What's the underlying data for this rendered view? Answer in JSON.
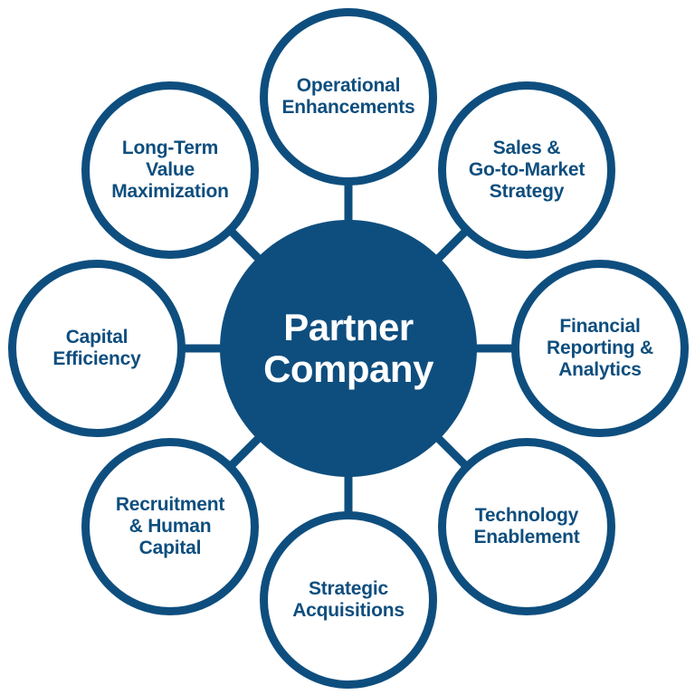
{
  "diagram": {
    "center": {
      "label": "Partner\nCompany"
    },
    "nodes": [
      {
        "id": "operational-enhancements",
        "position": "top",
        "label": "Operational\nEnhancements"
      },
      {
        "id": "sales-go-to-market-strategy",
        "position": "top-right",
        "label": "Sales &\nGo-to-Market\nStrategy"
      },
      {
        "id": "financial-reporting-analytics",
        "position": "right",
        "label": "Financial\nReporting &\nAnalytics"
      },
      {
        "id": "technology-enablement",
        "position": "bottom-right",
        "label": "Technology\nEnablement"
      },
      {
        "id": "strategic-acquisitions",
        "position": "bottom",
        "label": "Strategic\nAcquisitions"
      },
      {
        "id": "recruitment-human-capital",
        "position": "bottom-left",
        "label": "Recruitment\n& Human\nCapital"
      },
      {
        "id": "capital-efficiency",
        "position": "left",
        "label": "Capital\nEfficiency"
      },
      {
        "id": "long-term-value-maximization",
        "position": "top-left",
        "label": "Long-Term\nValue\nMaximization"
      }
    ]
  },
  "colors": {
    "primary": "#0E4E7E",
    "node_fill": "#FFFFFF",
    "center_text": "#FFFFFF"
  }
}
